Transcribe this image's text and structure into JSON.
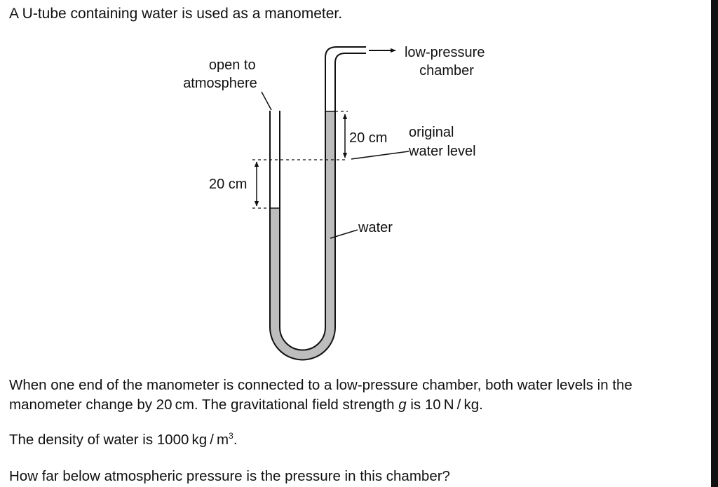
{
  "intro": "A U-tube containing water is used as a manometer.",
  "labels": {
    "open_line1": "open to",
    "open_line2": "atmosphere",
    "chamber_line1": "low-pressure",
    "chamber_line2": "chamber",
    "right_measure": "20 cm",
    "left_measure": "20 cm",
    "original_line1": "original",
    "original_line2": "water level",
    "water": "water"
  },
  "question": {
    "para1_a": "When one end of the manometer is connected to a low-pressure chamber, both water levels in the manometer change by 20 cm. The gravitational field strength ",
    "para1_g": "g",
    "para1_b": " is 10 N / kg.",
    "para2_a": "The density of water is 1000 kg / m",
    "para2_exp": "3",
    "para2_b": ".",
    "para3": "How far below atmospheric pressure is the pressure in this chamber?"
  },
  "colors": {
    "water": "#bdbdbd",
    "line": "#111111",
    "background": "#ffffff"
  }
}
